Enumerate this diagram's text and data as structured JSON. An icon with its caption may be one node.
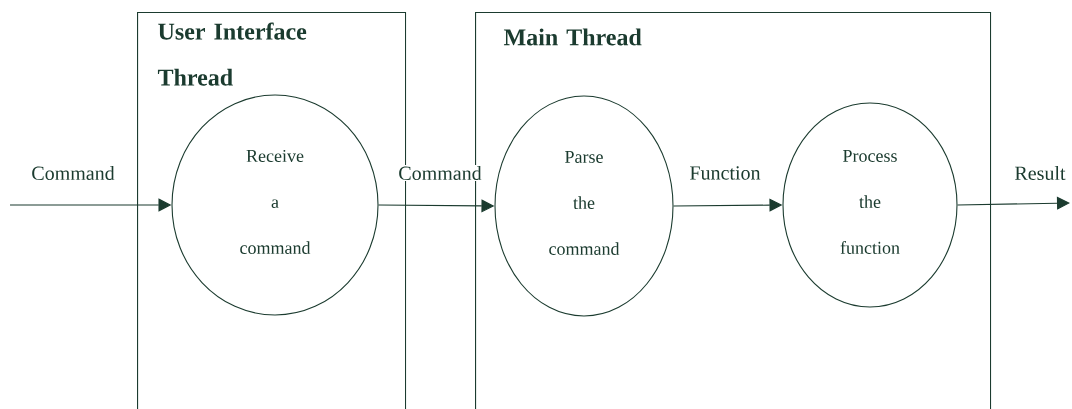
{
  "diagram": {
    "nodes": [
      {
        "text": [
          "User Interface Thread"
        ]
      },
      {
        "text": [
          "Receive a command"
        ],
        "in": 0
      },
      {
        "text": [
          "Main Thread"
        ]
      },
      {
        "text": [
          "Parse the command"
        ],
        "in": 2
      },
      {
        "text": [
          "Process the function"
        ],
        "in": 2
      }
    ],
    "edges": [
      {
        "from": null,
        "to": 1,
        "arrow": "to",
        "label": "Command"
      },
      {
        "from": 1,
        "to": 3,
        "arrow": "to",
        "label": "Command"
      },
      {
        "from": 3,
        "to": 4,
        "arrow": "to",
        "label": "Function"
      },
      {
        "from": 4,
        "to": null,
        "arrow": "to",
        "label": "Result"
      }
    ]
  }
}
